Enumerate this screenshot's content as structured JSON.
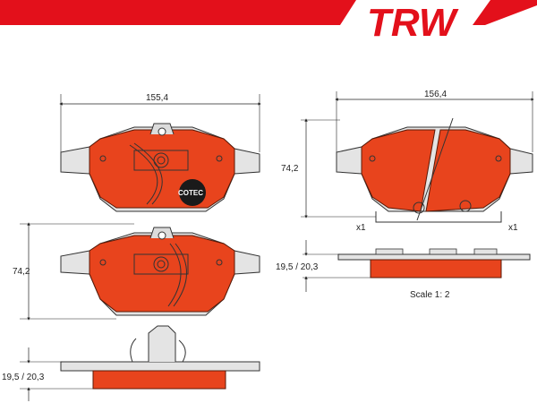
{
  "brand": {
    "name": "TRW",
    "color": "#e3101b",
    "badge_text": "COTEC"
  },
  "dimensions": {
    "width_left": "155,4",
    "width_right": "156,4",
    "height_right": "74,2",
    "height_left": "74,2",
    "thickness_right": "19,5 / 20,3",
    "thickness_left": "19,5 / 20,3"
  },
  "quantities": {
    "left": "x1",
    "right": "x1"
  },
  "scale": "Scale 1: 2",
  "colors": {
    "pad_fill": "#e8441d",
    "backing": "#d9d9d9",
    "outline": "#333333",
    "banner": "#e3101b"
  }
}
